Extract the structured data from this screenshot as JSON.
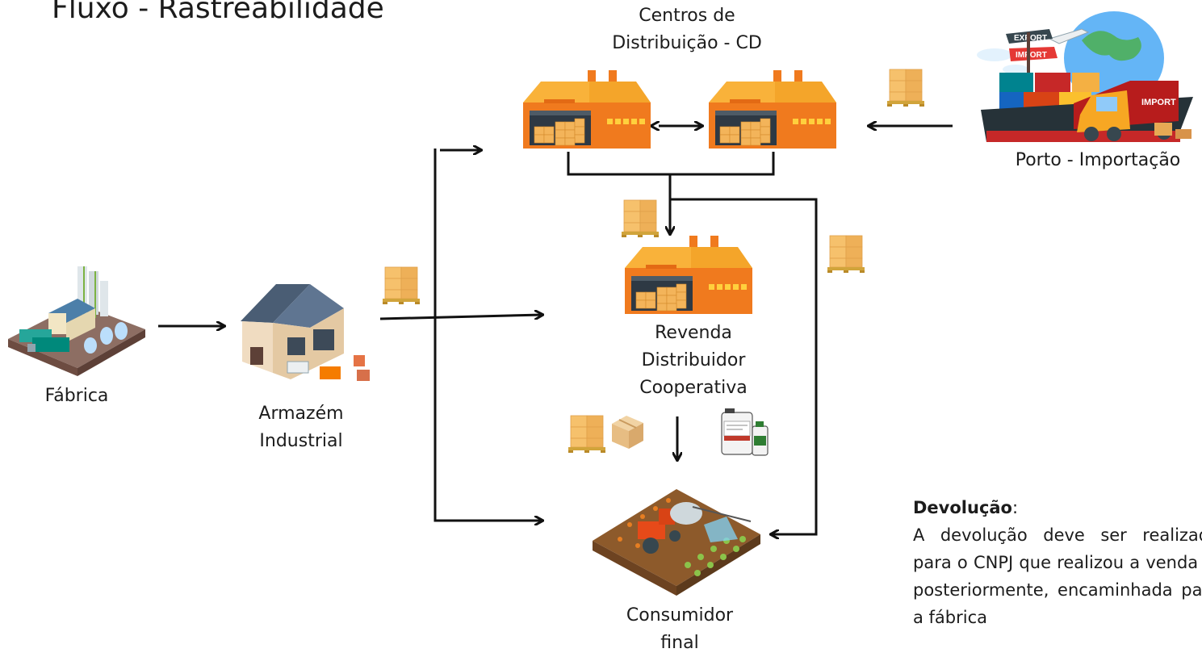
{
  "title": "Fluxo - Rastreabilidade",
  "nodes": {
    "cd": "Centros de\nDistribuição - CD",
    "porto": "Porto - Importação",
    "fabrica": "Fábrica",
    "armazem": "Armazém\nIndustrial",
    "revenda": "Revenda\nDistribuidor\nCooperativa",
    "consumidor": "Consumidor\nfinal"
  },
  "devolucao": {
    "heading": "Devolução",
    "colon": ":",
    "text": "A devolução deve ser realizada para o CNPJ que realizou a venda e, posteriormente, encaminhada para a fábrica"
  },
  "ship_signs": {
    "export": "EXPORT",
    "import": "IMPORT",
    "truck": "IMPORT"
  },
  "colors": {
    "warehouse_orange": "#f07a1e",
    "roof_yellow": "#f9b23a",
    "arrow": "#111111",
    "pallet": "#f3b45a"
  }
}
